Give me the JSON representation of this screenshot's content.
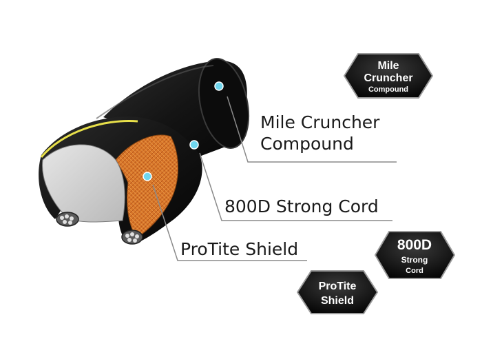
{
  "labels": {
    "mile_cruncher_line1": "Mile Cruncher",
    "mile_cruncher_line2": "Compound",
    "strong_cord": "800D Strong Cord",
    "protite_shield": "ProTite Shield"
  },
  "badges": {
    "mile_cruncher": {
      "line1": "Mile",
      "line2": "Cruncher",
      "line3": "Compound"
    },
    "strong_cord": {
      "line1": "800D",
      "line2": "Strong",
      "line3": "Cord"
    },
    "protite": {
      "line1": "ProTite",
      "line2": "Shield"
    }
  },
  "colors": {
    "tread": "#141414",
    "casing_orange": "#d9782a",
    "inner_liner": "#d0d0d0",
    "bead_yellow": "#e8e04a",
    "dot_cyan": "#6fd6ee",
    "leader_line": "#8a8a8a"
  }
}
